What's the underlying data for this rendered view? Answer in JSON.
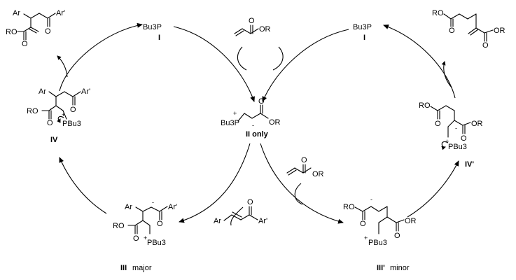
{
  "atoms": {
    "ar": "Ar",
    "ar_prime": "Ar'",
    "ro": "RO",
    "or": "OR",
    "o": "O",
    "bu3p": "Bu3P",
    "pbu3": "PBu3",
    "plus": "+",
    "minus": "-"
  },
  "labels": {
    "I_top_left": "I",
    "I_top_right": "I",
    "II": "II only",
    "III_label": "III",
    "III_suffix": "major",
    "IIIp_label": "III'",
    "IIIp_suffix": "minor",
    "IV": "IV",
    "IVp": "IV'"
  },
  "colors": {
    "ink": "#000000",
    "background": "#ffffff"
  }
}
